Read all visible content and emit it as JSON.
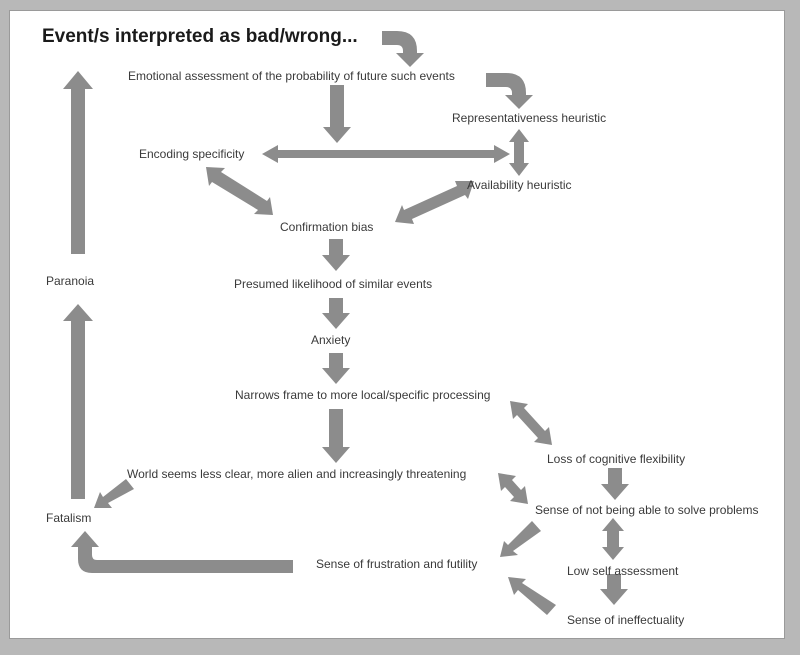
{
  "diagram": {
    "title": "Event/s interpreted as bad/wrong...",
    "nodes": {
      "emotional_assessment": "Emotional assessment of the probability of future such events",
      "representativeness": "Representativeness heuristic",
      "encoding_specificity": "Encoding specificity",
      "availability": "Availability heuristic",
      "confirmation_bias": "Confirmation bias",
      "paranoia": "Paranoia",
      "presumed_likelihood": "Presumed likelihood of similar events",
      "anxiety": "Anxiety",
      "narrows_frame": "Narrows frame to more local/specific processing",
      "loss_flexibility": "Loss of cognitive flexibility",
      "world_seems": "World seems less clear, more alien and increasingly threatening",
      "fatalism": "Fatalism",
      "not_able_solve": "Sense of not being able to solve problems",
      "frustration": "Sense of frustration and futility",
      "low_self": "Low self assessment",
      "ineffectuality": "Sense of ineffectuality"
    },
    "arrow_color": "#8c8c8c",
    "text_color": "#3a3a3a"
  }
}
